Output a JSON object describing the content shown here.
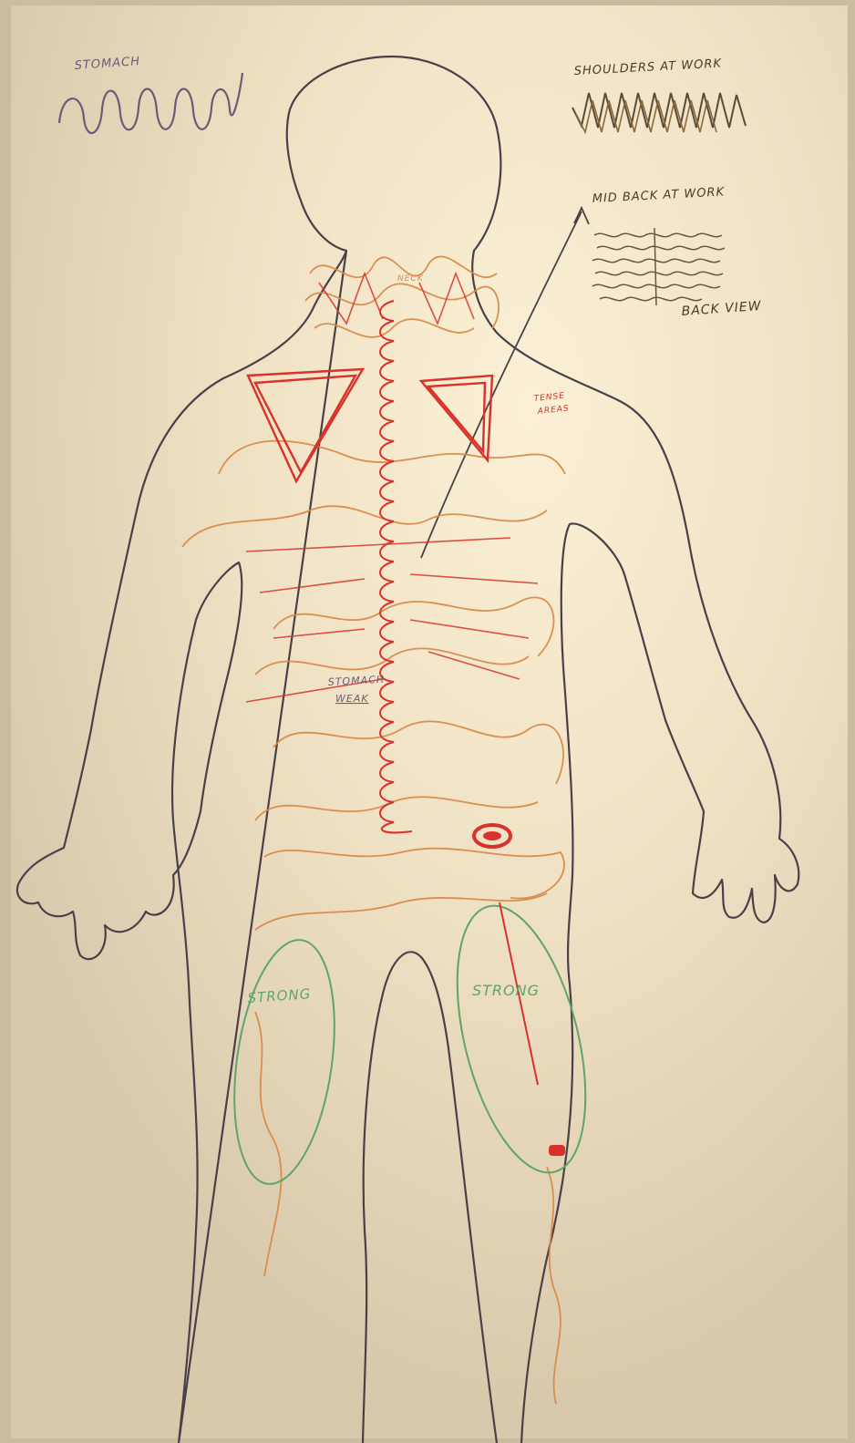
{
  "labels": {
    "stomach_legend": "STOMACH",
    "shoulders_legend": "SHOULDERS AT WORK",
    "midback_legend": "MID BACK AT WORK",
    "back_view": "BACK VIEW",
    "neck": "NECK",
    "stomach_weak": [
      "STOMACH",
      "WEAK"
    ],
    "tense_areas": [
      "TENSE",
      "AREAS"
    ],
    "strong_left": "STRONG",
    "strong_right": "STRONG"
  },
  "colors": {
    "paper": "#efe3c8",
    "outline": "#4a4048",
    "red": "#d8322a",
    "orange": "#d98a4a",
    "green": "#5fa56a",
    "purple": "#6e5a78"
  }
}
